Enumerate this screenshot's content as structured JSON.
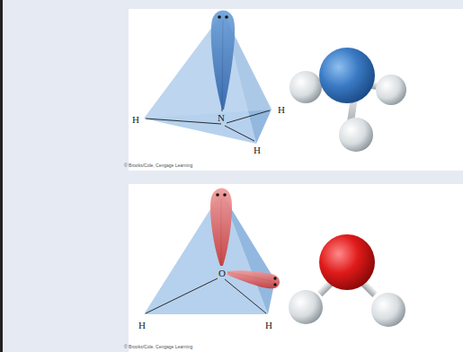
{
  "diagram": {
    "labels": [
      "N",
      "H",
      "H",
      "H",
      "© Brooks/Cole, Cengage Learning",
      "O",
      "H",
      "H",
      "© Brooks/Cole, Cengage Learning"
    ]
  }
}
